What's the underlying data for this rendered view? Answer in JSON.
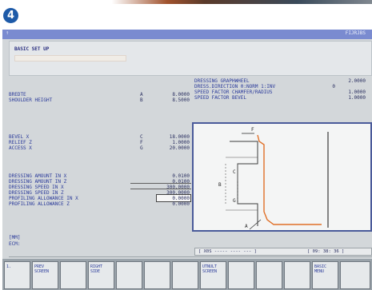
{
  "step": "4",
  "titlebar": {
    "title": "",
    "clock": "FIJRJBS"
  },
  "menu": {
    "title": "BASIC SET UP",
    "subtitle": ""
  },
  "left_params": [
    {
      "label": "BREDTE",
      "letter": "A",
      "value": "8.0000"
    },
    {
      "label": "SHOULDER HEIGHT",
      "letter": "B",
      "value": "8.5000"
    },
    {
      "label": "BEVEL X",
      "letter": "C",
      "value": "18.0000"
    },
    {
      "label": "RELIEF Z",
      "letter": "F",
      "value": "1.0000"
    },
    {
      "label": "ACCESS X",
      "letter": "G",
      "value": "20.0000"
    }
  ],
  "dress_params": [
    {
      "label": "DRESSING AMOUNT IN X",
      "value": "0.0100"
    },
    {
      "label": "DRESSING AMOUNT IN Z",
      "value": "0.0100"
    },
    {
      "label": "DRESSING SPEED IN X",
      "value": "300.0000"
    },
    {
      "label": "DRESSING SPEED IN Z",
      "value": "300.0000"
    },
    {
      "label": "PROFILING ALLOWANCE IN X",
      "value": "0.0000"
    },
    {
      "label": "PROFILING ALLOWANCE Z",
      "value": "0.0000"
    }
  ],
  "right_params": [
    {
      "label": "DRESSING GRAPHWHEEL",
      "value": "2.0000"
    },
    {
      "label": "DRESS.DIRECTION 0:NORM 1:INV",
      "value": "0"
    },
    {
      "label": "SPEED FACTOR CHAMFER/RADIUS",
      "value": "1.0000"
    },
    {
      "label": "SPEED FACTOR BEVEL",
      "value": "1.0000"
    }
  ],
  "graph_labels": {
    "top": "F",
    "c": "C",
    "b": "B",
    "g": "G",
    "a": "A"
  },
  "status": {
    "line1": "[MM]",
    "line2": "ECM:",
    "seg1": "[ X0S ----- ---- --- ]",
    "seg2": "[ 09: 38: 36 ]"
  },
  "softkeys": [
    {
      "label": "1."
    },
    {
      "label": "PREV\nSCREEN"
    },
    {
      "label": ""
    },
    {
      "label": "RIGHT\nSIDE"
    },
    {
      "label": ""
    },
    {
      "label": ""
    },
    {
      "label": ""
    },
    {
      "label": "UTNULT\nSCREEN"
    },
    {
      "label": ""
    },
    {
      "label": ""
    },
    {
      "label": ""
    },
    {
      "label": "BASIC\nMENU"
    },
    {
      "label": ""
    }
  ]
}
